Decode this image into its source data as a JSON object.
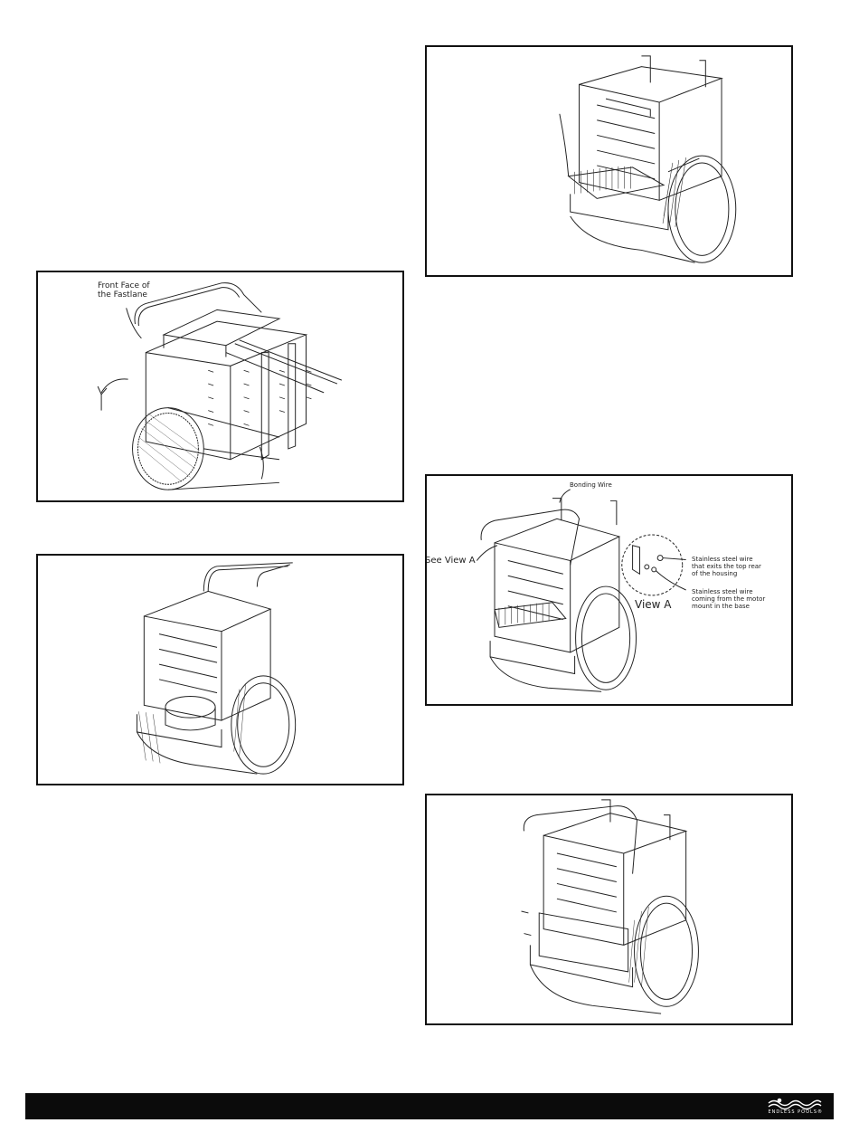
{
  "figures": {
    "fig1": {
      "front_face_label": "Front Face of\nthe Fastlane"
    },
    "fig4": {
      "bonding_wire_label": "Bonding Wire",
      "see_view_label": "See View A",
      "view_label": "View A",
      "wire_top_label": "Stainless steel wire\nthat exits the top rear\nof the housing",
      "wire_base_label": "Stainless steel wire\ncoming from the motor\nmount in the base"
    }
  },
  "footer": {
    "logo_text": "ENDLESS POOLS®",
    "logo_icon": "wave-swimmer-logo-icon",
    "background": "#0b0b0b"
  }
}
